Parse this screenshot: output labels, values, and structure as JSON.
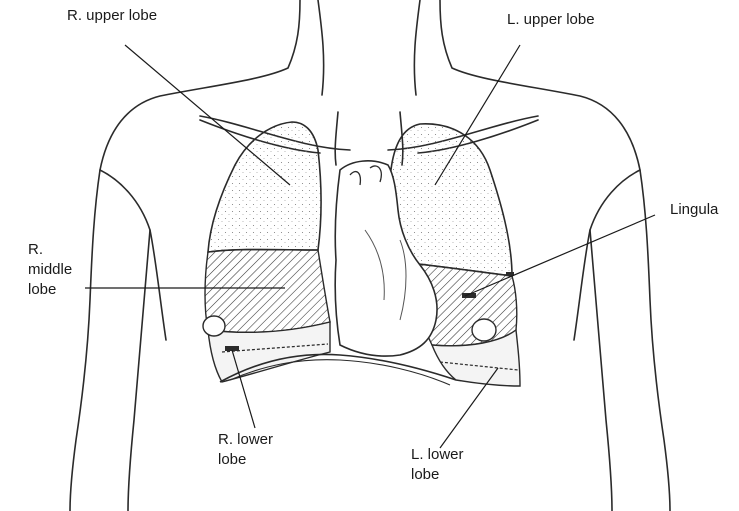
{
  "labels": {
    "r_upper": "R. upper lobe",
    "l_upper": "L. upper lobe",
    "lingula": "Lingula",
    "r_middle": [
      "R.",
      "middle",
      "lobe"
    ],
    "r_lower": [
      "R. lower",
      "lobe"
    ],
    "l_lower": [
      "L. lower",
      "lobe"
    ]
  }
}
